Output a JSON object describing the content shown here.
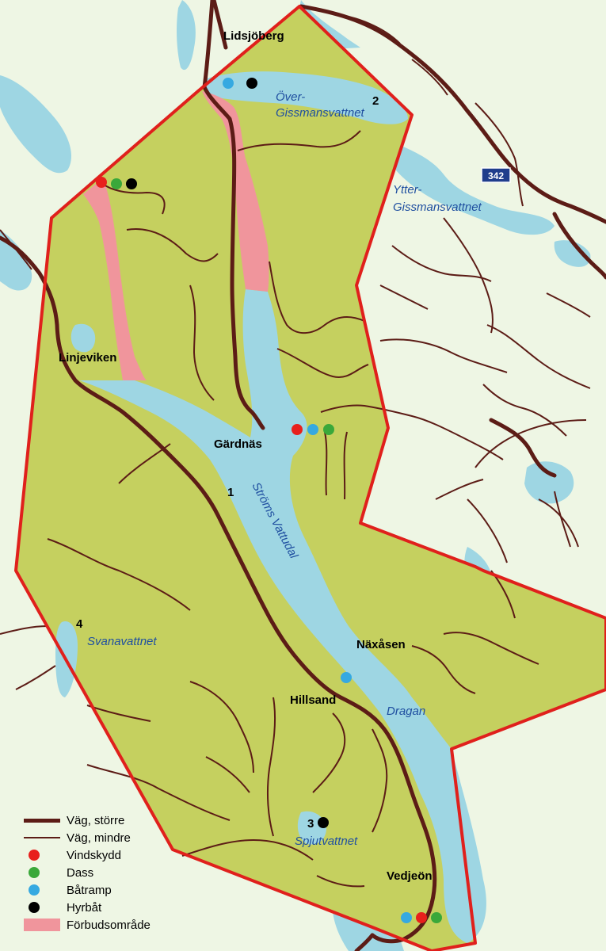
{
  "colors": {
    "land_area": "#c5d05f",
    "outside_land": "#eef6e4",
    "water": "#9ed6e3",
    "boundary": "#e0201c",
    "road": "#5c1c16",
    "restricted": "#f0959c",
    "shield": "#1f3d8c",
    "vindskydd": "#e8201c",
    "dass": "#3aa83a",
    "batramp": "#36a9e1",
    "hyrbat": "#000000"
  },
  "places": {
    "lidsjoberg": "Lidsjöberg",
    "linjeviken": "Linjeviken",
    "gardnas": "Gärdnäs",
    "naxasen": "Näxåsen",
    "hillsand": "Hillsand",
    "vedjeon": "Vedjeön"
  },
  "waters": {
    "over_gissmans_1": "Över-",
    "over_gissmans_2": "Gissmansvattnet",
    "ytter_gissmans_1": "Ytter-",
    "ytter_gissmans_2": "Gissmansvattnet",
    "stroms_vattudal": "Ströms Vattudal",
    "svanavattnet": "Svanavattnet",
    "dragan": "Dragan",
    "spjutvattnet": "Spjutvattnet"
  },
  "numbers": {
    "n1": "1",
    "n2": "2",
    "n3": "3",
    "n4": "4"
  },
  "road_shield": "342",
  "legend": {
    "road_major": "Väg, större",
    "road_minor": "Väg, mindre",
    "vindskydd": "Vindskydd",
    "dass": "Dass",
    "batramp": "Båtramp",
    "hyrbat": "Hyrbåt",
    "forbud": "Förbudsområde"
  }
}
